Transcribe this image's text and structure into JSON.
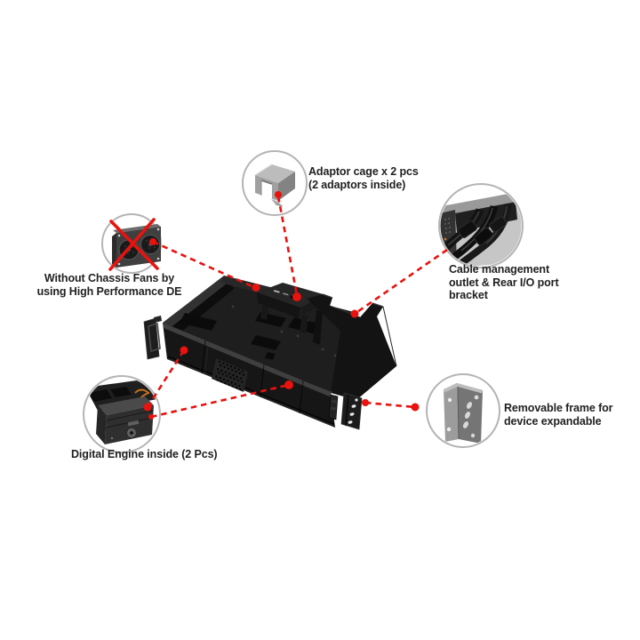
{
  "diagram_title": "",
  "subject": {
    "name": "1U/2U black rackmount chassis, isometric view, open top",
    "type": "product-feature-callout-diagram"
  },
  "colors": {
    "accent_red": "#e8120e",
    "circle_border": "#b4b4b4",
    "text": "#1f1f1f",
    "background": "#ffffff",
    "chassis_black": "#141414"
  },
  "callouts": {
    "adaptor_cage": {
      "label": "Adaptor cage x 2 pcs\n(2 adaptors inside)",
      "icon": "adaptor-cage-icon"
    },
    "chassis_fans": {
      "label": "Without Chassis Fans by\nusing High Performance DE",
      "icon": "crossed-out-fan-icon"
    },
    "cable_management": {
      "label": "Cable management\noutlet & Rear I/O port\nbracket",
      "icon": "rear-cables-icon"
    },
    "removable_frame": {
      "label": "Removable frame for\ndevice expandable",
      "icon": "l-bracket-icon"
    },
    "digital_engine": {
      "label": "Digital Engine inside (2 Pcs)",
      "icon": "digital-engine-icon"
    }
  }
}
